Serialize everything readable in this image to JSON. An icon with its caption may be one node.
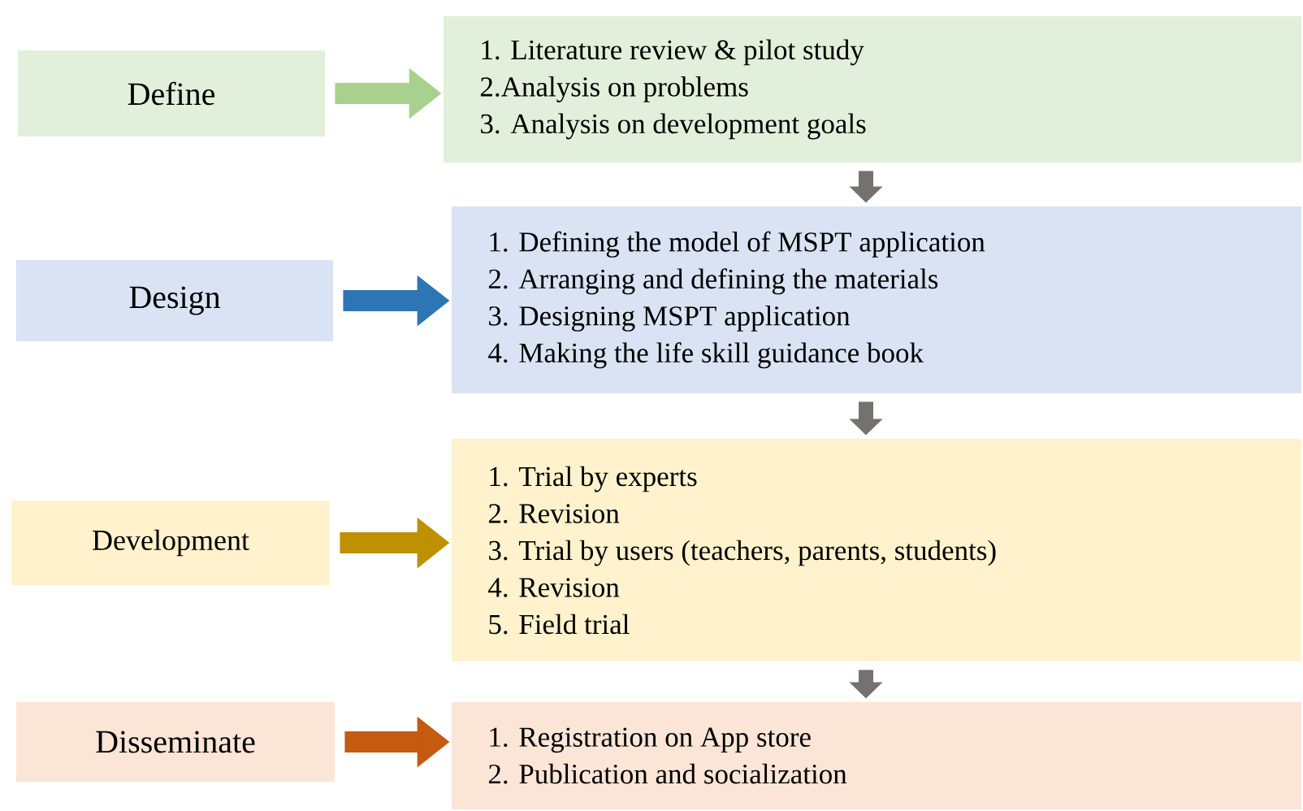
{
  "diagram": {
    "nodes": [
      {
        "text": [
          "Define"
        ]
      },
      {
        "text": [
          "1. Literature review & pilot study",
          "2.Analysis on problems",
          "3. Analysis on development goals"
        ]
      },
      {
        "text": [
          "Design"
        ]
      },
      {
        "text": [
          "1. Defining the model of MSPT application",
          "2. Arranging and defining the materials",
          "3. Designing MSPT application",
          "4. Making the life skill guidance book"
        ]
      },
      {
        "text": [
          "Development"
        ]
      },
      {
        "text": [
          "1. Trial by experts",
          "2. Revision",
          "3. Trial by users (teachers, parents, students)",
          "4. Revision",
          "5. Field trial"
        ]
      },
      {
        "text": [
          "Disseminate"
        ]
      },
      {
        "text": [
          "1. Registration on App store",
          "2. Publication and socialization"
        ]
      }
    ],
    "edges": [
      {
        "from": 0,
        "to": 1,
        "arrow": "to",
        "color": "#a9d18e"
      },
      {
        "from": 1,
        "to": 3,
        "arrow": "to",
        "color": "#767171"
      },
      {
        "from": 2,
        "to": 3,
        "arrow": "to",
        "color": "#2e75b6"
      },
      {
        "from": 3,
        "to": 5,
        "arrow": "to",
        "color": "#767171"
      },
      {
        "from": 4,
        "to": 5,
        "arrow": "to",
        "color": "#bf9000"
      },
      {
        "from": 5,
        "to": 7,
        "arrow": "to",
        "color": "#767171"
      },
      {
        "from": 6,
        "to": 7,
        "arrow": "to",
        "color": "#c55a11"
      }
    ]
  }
}
